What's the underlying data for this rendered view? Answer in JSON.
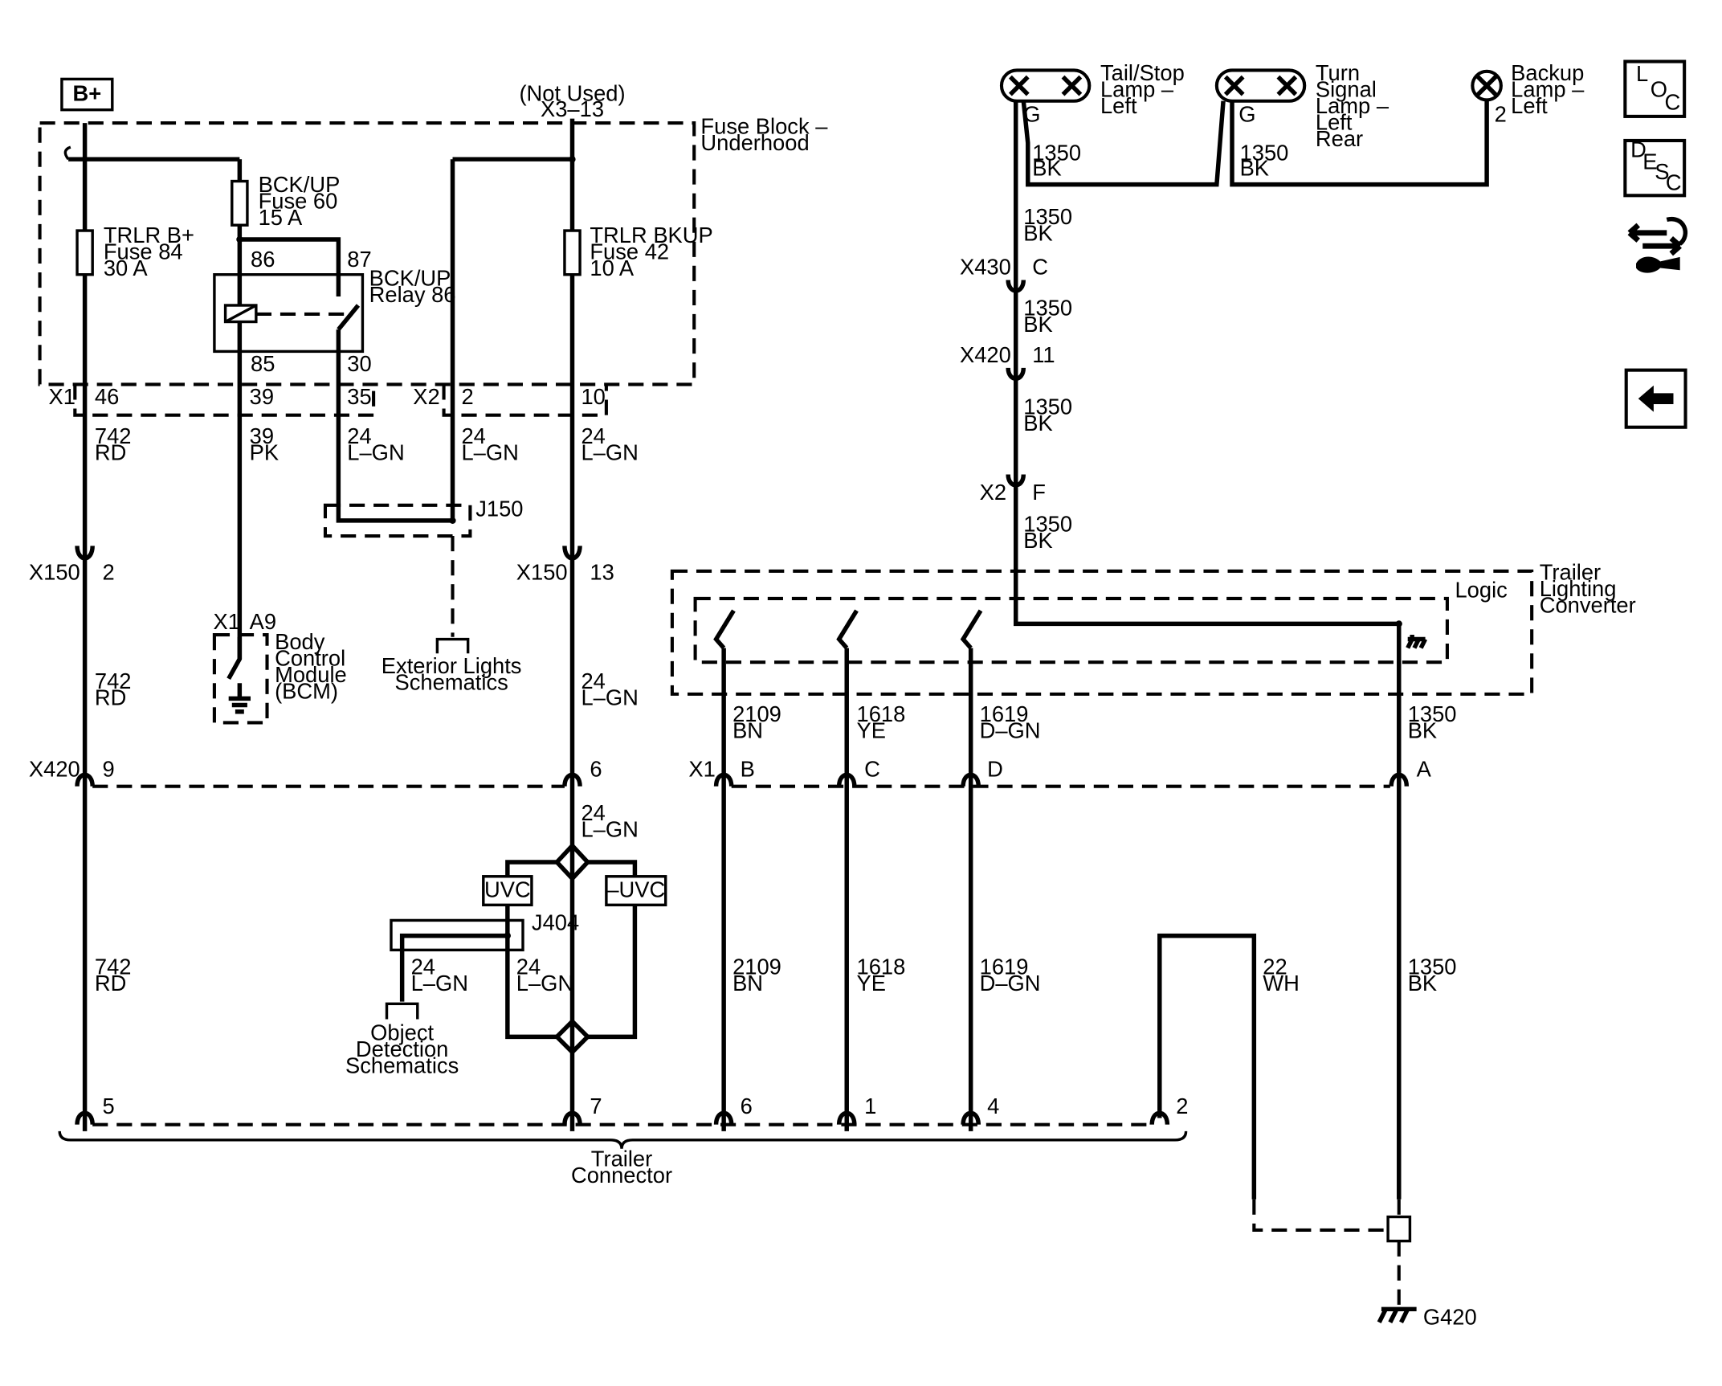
{
  "power_label": "B+",
  "fuse_block": {
    "title_line1": "Fuse Block –",
    "title_line2": "Underhood",
    "not_used_line1": "(Not Used)",
    "not_used_line2": "X3–13",
    "fuse84": [
      "TRLR B+",
      "Fuse 84",
      "30 A"
    ],
    "fuse60": [
      "BCK/UP",
      "Fuse 60",
      "15 A"
    ],
    "fuse42": [
      "TRLR BKUP",
      "Fuse 42",
      "10 A"
    ],
    "relay": [
      "BCK/UP",
      "Relay 86"
    ],
    "relay_pins": {
      "p86": "86",
      "p87": "87",
      "p85": "85",
      "p30": "30"
    },
    "x1_label": "X1",
    "x1_pins": {
      "p46": "46",
      "p39": "39",
      "p35": "35"
    },
    "x2_label": "X2",
    "x2_pins": {
      "p2": "2",
      "p10": "10"
    }
  },
  "wires": {
    "w742": [
      "742",
      "RD"
    ],
    "w39": [
      "39",
      "PK"
    ],
    "w24": [
      "24",
      "L–GN"
    ],
    "w1350": [
      "1350",
      "BK"
    ],
    "w2109": [
      "2109",
      "BN"
    ],
    "w1618": [
      "1618",
      "YE"
    ],
    "w1619": [
      "1619",
      "D–GN"
    ],
    "w22": [
      "22",
      "WH"
    ]
  },
  "connectors": {
    "x150": "X150",
    "x150_pin2": "2",
    "x150_pin13": "13",
    "x420": "X420",
    "x420_pin9": "9",
    "x420_pin6": "6",
    "x420_pin11": "11",
    "x430": "X430",
    "x430_pinC": "C",
    "x2": "X2",
    "x2_pinF": "F",
    "x1": "X1",
    "x1_pinA9": "A9",
    "x1_pinB": "B",
    "x1_pinC": "C",
    "x1_pinD": "D",
    "x1_pinA": "A",
    "j150": "J150",
    "j404": "J404"
  },
  "bcm": [
    "Body",
    "Control",
    "Module",
    "(BCM)"
  ],
  "exterior_lights": [
    "Exterior Lights",
    "Schematics"
  ],
  "object_detection": [
    "Object",
    "Detection",
    "Schematics"
  ],
  "uvc": "UVC",
  "not_uvc": "–UVC",
  "lamps": {
    "tail_stop": [
      "Tail/Stop",
      "Lamp –",
      "Left"
    ],
    "turn_signal": [
      "Turn",
      "Signal",
      "Lamp –",
      "Left",
      "Rear"
    ],
    "backup": [
      "Backup",
      "Lamp –",
      "Left"
    ],
    "g_label": "G",
    "backup_pin": "2"
  },
  "converter": {
    "title": [
      "Trailer",
      "Lighting",
      "Converter"
    ],
    "logic": "Logic"
  },
  "trailer_connector": {
    "label": [
      "Trailer",
      "Connector"
    ],
    "pins": {
      "p5": "5",
      "p7": "7",
      "p6": "6",
      "p1": "1",
      "p4": "4",
      "p2": "2"
    }
  },
  "ground": "G420",
  "nav": {
    "loc": [
      "L",
      "O",
      "C"
    ],
    "desc": [
      "D",
      "E",
      "S",
      "C"
    ]
  }
}
